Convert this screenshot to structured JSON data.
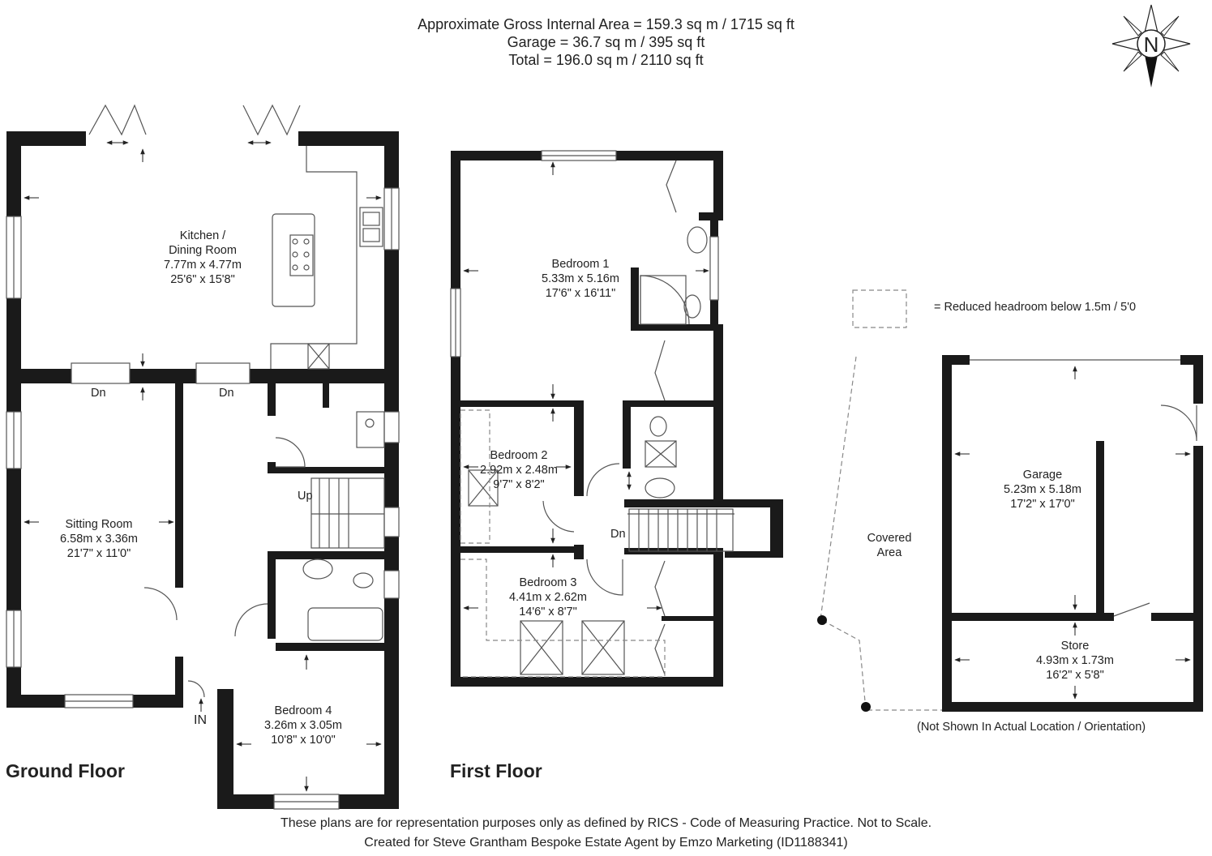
{
  "header": {
    "line1": "Approximate Gross Internal Area = 159.3 sq m / 1715 sq ft",
    "line2": "Garage = 36.7 sq m / 395 sq ft",
    "line3": "Total = 196.0 sq m / 2110 sq ft"
  },
  "compass": {
    "label": "N"
  },
  "floors": {
    "ground": "Ground Floor",
    "first": "First Floor"
  },
  "rooms": {
    "kitchen": {
      "name1": "Kitchen /",
      "name2": "Dining Room",
      "metric": "7.77m x 4.77m",
      "imperial": "25'6\" x 15'8\""
    },
    "sitting": {
      "name": "Sitting Room",
      "metric": "6.58m x 3.36m",
      "imperial": "21'7\" x 11'0\""
    },
    "bed4": {
      "name": "Bedroom 4",
      "metric": "3.26m x 3.05m",
      "imperial": "10'8\" x 10'0\""
    },
    "bed1": {
      "name": "Bedroom 1",
      "metric": "5.33m x 5.16m",
      "imperial": "17'6\" x 16'11\""
    },
    "bed2": {
      "name": "Bedroom 2",
      "metric": "2.92m x 2.48m",
      "imperial": "9'7\" x 8'2\""
    },
    "bed3": {
      "name": "Bedroom 3",
      "metric": "4.41m x 2.62m",
      "imperial": "14'6\" x 8'7\""
    },
    "garage": {
      "name": "Garage",
      "metric": "5.23m x 5.18m",
      "imperial": "17'2\" x 17'0\""
    },
    "store": {
      "name": "Store",
      "metric": "4.93m x 1.73m",
      "imperial": "16'2\" x 5'8\""
    }
  },
  "labels": {
    "dn1": "Dn",
    "dn2": "Dn",
    "up": "Up",
    "in": "IN",
    "dn_first": "Dn",
    "covered1": "Covered",
    "covered2": "Area",
    "legend": "= Reduced headroom below 1.5m / 5'0",
    "not_shown": "(Not Shown In Actual Location / Orientation)"
  },
  "footer": {
    "line1": "These plans are for representation purposes only as defined by RICS - Code of Measuring Practice. Not to Scale.",
    "line2": "Created for Steve Grantham Bespoke Estate Agent by Emzo Marketing (ID1188341)"
  },
  "colors": {
    "wall": "#1a1a1a",
    "fixture": "#555555"
  }
}
